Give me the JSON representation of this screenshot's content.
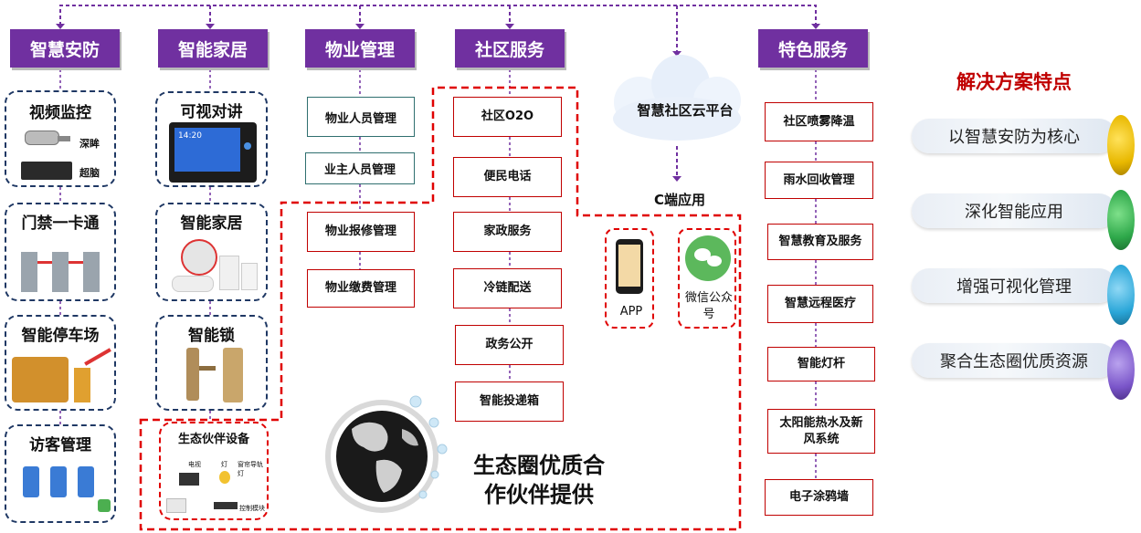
{
  "headers": {
    "security": "智慧安防",
    "smarthome": "智能家居",
    "property": "物业管理",
    "community": "社区服务",
    "special": "特色服务"
  },
  "security": {
    "video": {
      "title": "视频监控",
      "camera_label": "深眸",
      "nvr_label": "超脑"
    },
    "access": {
      "title": "门禁一卡通"
    },
    "parking": {
      "title": "智能停车场"
    },
    "visitor": {
      "title": "访客管理"
    }
  },
  "smarthome": {
    "intercom": {
      "title": "可视对讲",
      "screen_time": "14:20"
    },
    "home": {
      "title": "智能家居"
    },
    "lock": {
      "title": "智能锁"
    },
    "partner": {
      "title": "生态伙伴设备",
      "labels": [
        "电视",
        "灯",
        "窗帘导轨灯",
        "控制模块"
      ]
    }
  },
  "property": {
    "items": [
      "物业人员管理",
      "业主人员管理",
      "物业报修管理",
      "物业缴费管理"
    ]
  },
  "community": {
    "items": [
      "社区O2O",
      "便民电话",
      "家政服务",
      "冷链配送",
      "政务公开",
      "智能投递箱"
    ]
  },
  "cloud": {
    "title": "智慧社区云平台",
    "c_label": "C端应用",
    "app_label": "APP",
    "wechat_label": "微信公众号"
  },
  "ecosystem": {
    "line1": "生态圈优质合",
    "line2": "作伙伴提供"
  },
  "special": {
    "items": [
      "社区喷雾降温",
      "雨水回收管理",
      "智慧教育及服务",
      "智慧远程医疗",
      "智能灯杆",
      "太阳能热水及新风系统",
      "电子涂鸦墙"
    ]
  },
  "features": {
    "title": "解决方案特点",
    "items": [
      {
        "label": "以智慧安防为核心",
        "color": "#e8b800"
      },
      {
        "label": "深化智能应用",
        "color": "#2ea84a"
      },
      {
        "label": "增强可视化管理",
        "color": "#2aa6d8"
      },
      {
        "label": "聚合生态圈优质资源",
        "color": "#7a55c9"
      }
    ]
  },
  "colors": {
    "purple": "#7030a0",
    "red": "#c00000",
    "navy": "#1f3864",
    "feature_title": "#c00000"
  }
}
